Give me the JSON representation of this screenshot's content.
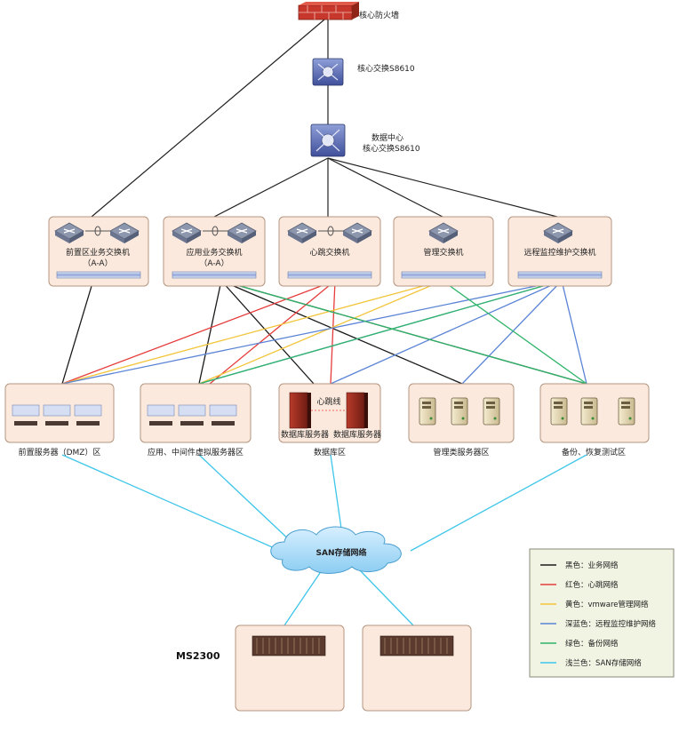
{
  "title": {
    "firewall": "核心防火墙",
    "core_switch": "核心交换S8610",
    "dc_switch_line1": "数据中心",
    "dc_switch_line2": "核心交换S8610"
  },
  "switches": [
    {
      "label": "前置区业务交换机",
      "sub": "（A-A）"
    },
    {
      "label": "应用业务交换机",
      "sub": "（A-A）"
    },
    {
      "label": "心跳交换机",
      "sub": ""
    },
    {
      "label": "管理交换机",
      "sub": ""
    },
    {
      "label": "远程监控维护交换机",
      "sub": ""
    }
  ],
  "zones": [
    "前置服务器（DMZ）区",
    "应用、中间件虚拟服务器区",
    "数据库区",
    "管理类服务器区",
    "备份、恢复测试区"
  ],
  "db_zone": {
    "heartbeat_label": "心跳线",
    "server_left": "数据库服务器",
    "server_right": "数据库服务器"
  },
  "san": "SAN存储网络",
  "storage_label": "MS2300",
  "legend": [
    {
      "color": "#1a1a1a",
      "label": "黑色：业务网络"
    },
    {
      "color": "#e63c3c",
      "label": "红色：心跳网络"
    },
    {
      "color": "#f2c53a",
      "label": "黄色：vmware管理网络"
    },
    {
      "color": "#5b84d6",
      "label": "深蓝色：远程监控维护网络"
    },
    {
      "color": "#2fb56a",
      "label": "绿色：备份网络"
    },
    {
      "color": "#3fc6ea",
      "label": "浅兰色：SAN存储网络"
    }
  ]
}
